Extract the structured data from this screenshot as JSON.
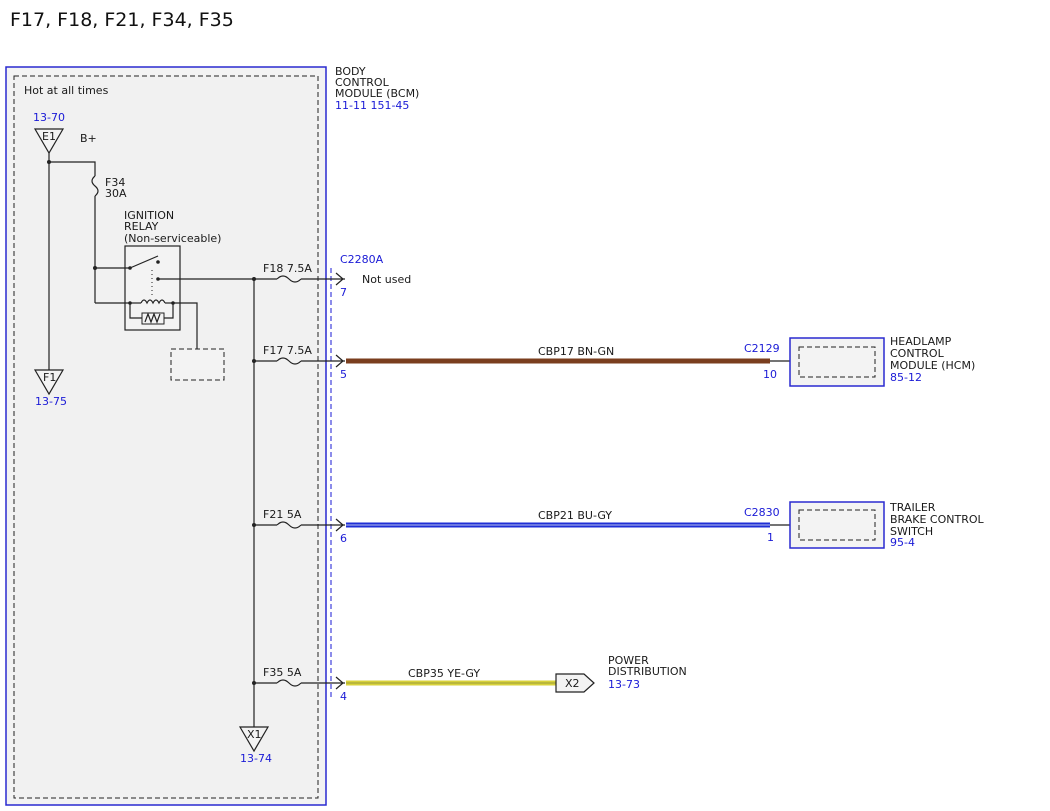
{
  "page_title": "F17, F18, F21, F34, F35",
  "bcm": {
    "label_lines": [
      "BODY",
      "CONTROL",
      "MODULE (BCM)"
    ],
    "refs": "11-11  151-45",
    "hot_label": "Hot at all times"
  },
  "inputs": {
    "e1_ref": "13-70",
    "e1_pin": "E1",
    "bplus": "B+",
    "f1_pin": "F1",
    "f1_ref": "13-75",
    "x1_pin": "X1",
    "x1_ref": "13-74"
  },
  "fuse_f34": {
    "name": "F34",
    "rating": "30A"
  },
  "relay": {
    "label_lines": [
      "IGNITION",
      "RELAY",
      "(Non-serviceable)"
    ]
  },
  "connector": "C2280A",
  "circuits": [
    {
      "fuse": "F18 7.5A",
      "pin": "7",
      "note": "Not used"
    },
    {
      "fuse": "F17  7.5A",
      "pin": "5",
      "wire": "CBP17  BN-GN",
      "wire_color": "#7a3e1e",
      "dest_connector": "C2129",
      "dest_pin": "10"
    },
    {
      "fuse": "F21  5A",
      "pin": "6",
      "wire": "CBP21  BU-GY",
      "wire_color": "#1f2fd6",
      "dest_connector": "C2830",
      "dest_pin": "1"
    },
    {
      "fuse": "F35  5A",
      "pin": "4",
      "wire": "CBP35  YE-GY",
      "wire_color": "#d8d23a"
    }
  ],
  "hcm": {
    "label_lines": [
      "HEADLAMP",
      "CONTROL",
      "MODULE (HCM)"
    ],
    "ref": "85-12"
  },
  "trailer": {
    "label_lines": [
      "TRAILER",
      "BRAKE CONTROL",
      "SWITCH"
    ],
    "ref": "95-4"
  },
  "power_dist": {
    "label_lines": [
      "POWER",
      "DISTRIBUTION"
    ],
    "ref": "13-73",
    "pin": "X2"
  }
}
